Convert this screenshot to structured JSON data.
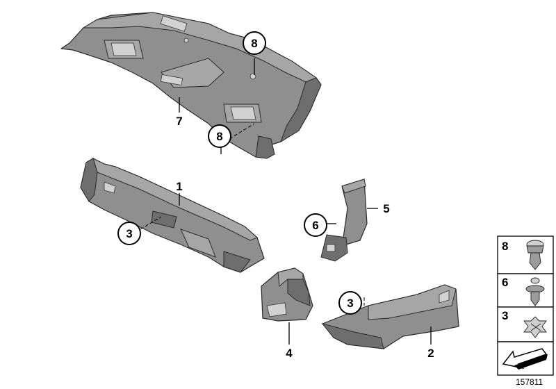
{
  "callouts": {
    "c8_top": "8",
    "c8_mid": "8",
    "c3_left": "3",
    "c6": "6",
    "c3_right": "3"
  },
  "labels": {
    "l7": "7",
    "l1": "1",
    "l5": "5",
    "l4": "4",
    "l2": "2"
  },
  "legend": {
    "items": [
      {
        "number": "8",
        "icon": "push-rivet-large-icon"
      },
      {
        "number": "6",
        "icon": "push-rivet-small-icon"
      },
      {
        "number": "3",
        "icon": "star-nut-icon"
      }
    ],
    "arrow_icon": "orientation-arrow-icon"
  },
  "reference_number": "157811"
}
